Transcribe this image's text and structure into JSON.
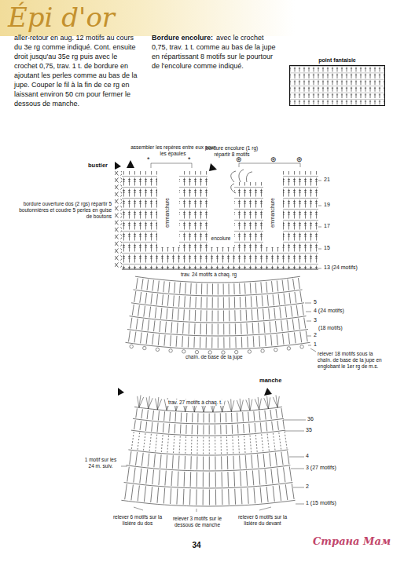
{
  "diagram": {
    "title": "Épi d'or",
    "nodes": [
      {
        "text": [
          "point fantaisie"
        ]
      }
    ],
    "labels": [
      "aller-retour en aug. 12 motifs au cours du 3e rg comme indiqué. Cont. ensuite droit jusqu'au 35e rg puis avec le crochet 0,75, trav. 1 t. de bordure en ajoutant les perles comme au bas de la jupe. Couper le fil à la fin de ce rg en laissant environ 50 cm pour fermer le dessous de manche.",
      "Bordure encolure:",
      "avec le crochet 0,75, trav. 1 t. comme au bas de la jupe en répartissant 8 motifs sur le pourtour de l'encolure comme indiqué.",
      "assembler les repères entre eux pour les épaules",
      "bustier",
      "*",
      "*",
      "bordure encolure (1 rg) répartir 8 motifs",
      "⊛",
      "⊛",
      "⊛",
      "bordure ouverture dos (2 rgs) répartir 5 boutonnières et coudre 5 perles en guise de boutons",
      "emmanchure",
      "emmanchure",
      "encolure",
      "21",
      "19",
      "17",
      "15",
      "13 (24 motifs)",
      "trav. 24 motifs à chaq. rg",
      "5",
      "4 (24 motifs)",
      "3",
      "(18 motifs)",
      "2",
      "1",
      "relever 18 motifs sous la chaîn. de base de la jupe en englobant le 1er rg de m.s.",
      "chaîn. de base de la jupe",
      "manche",
      "trav. 27 motifs à chaq. t.",
      "36",
      "35",
      "4",
      "3 (27 motifs)",
      "2",
      "1 (15 motifs)",
      "1 motif sur les 24 m. suiv.",
      "relever 6 motifs sur la lisière du dos",
      "relever 3 motifs sur le dessous de manche",
      "relever 6 motifs sur la lisière du devant",
      "34",
      "Страна Мам"
    ]
  }
}
